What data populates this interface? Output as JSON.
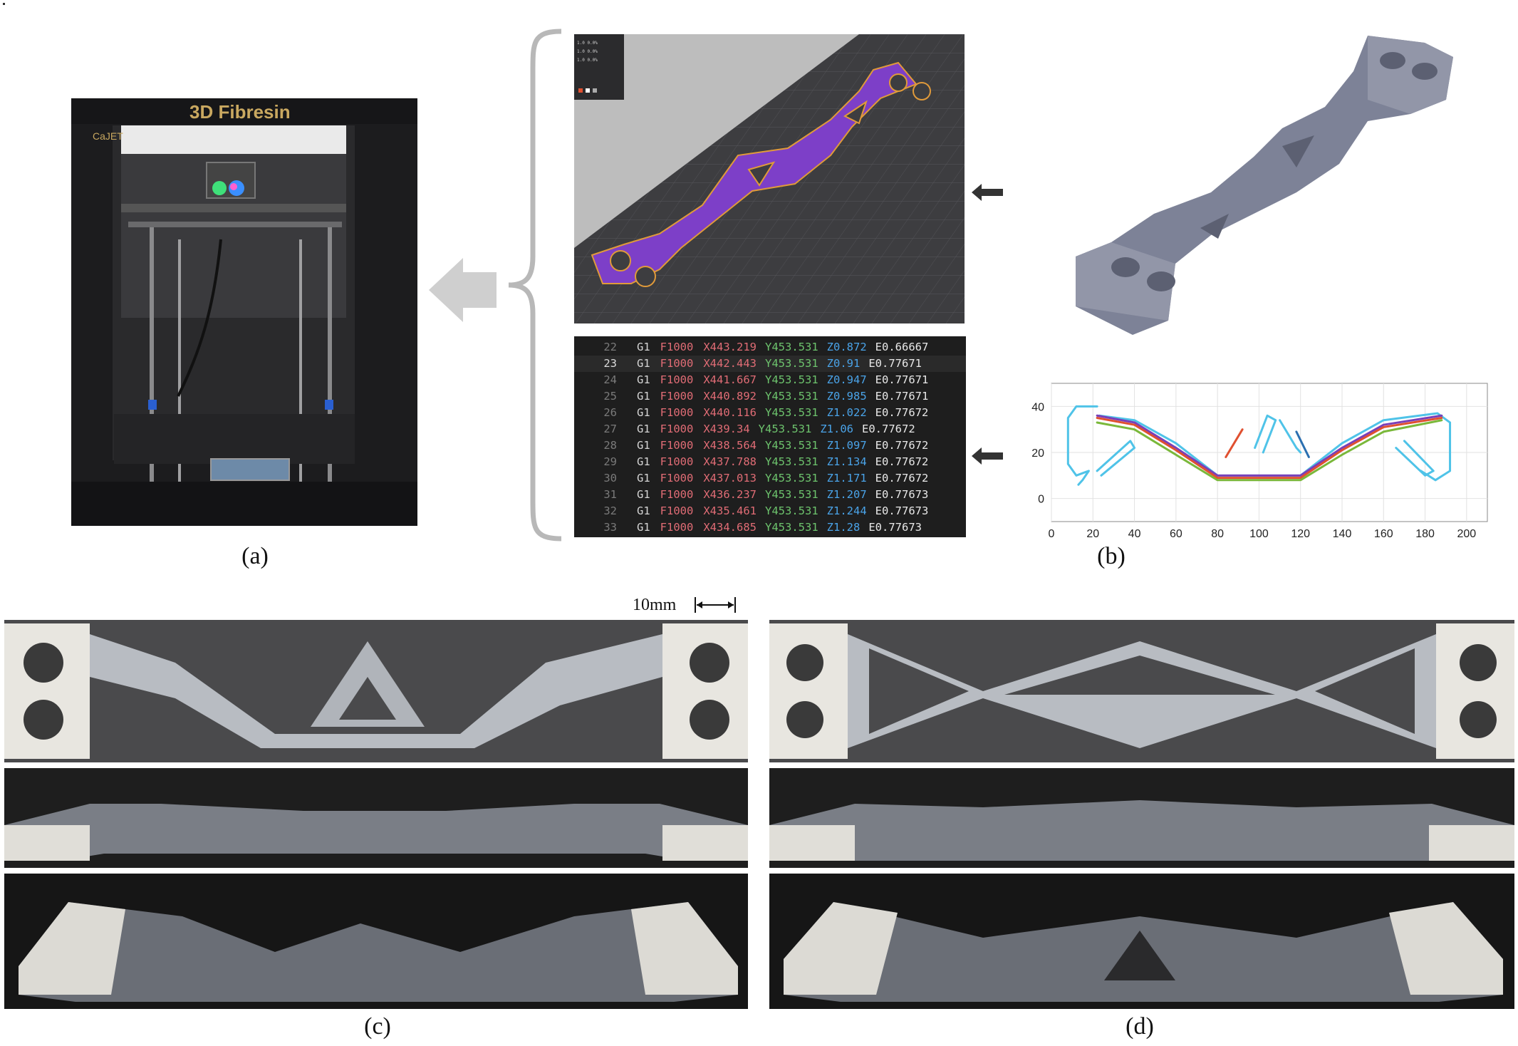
{
  "panels": {
    "a": {
      "caption": "(a)"
    },
    "b": {
      "caption": "(b)"
    },
    "c": {
      "caption": "(c)"
    },
    "d": {
      "caption": "(d)"
    }
  },
  "printer": {
    "brand_text": "3D Fibresin",
    "logo_text": "CaJET"
  },
  "slicer_legend": [
    "1.0  0.0%",
    "1.0  0.0%",
    "1.0  0.0%"
  ],
  "scale_bar": {
    "label": "10mm"
  },
  "gcode": {
    "lines": [
      {
        "n": "22",
        "g": "G1",
        "f": "F1000",
        "x": "X443.219",
        "y": "Y453.531",
        "z": "Z0.872",
        "e": "E0.66667"
      },
      {
        "n": "23",
        "g": "G1",
        "f": "F1000",
        "x": "X442.443",
        "y": "Y453.531",
        "z": "Z0.91",
        "e": "E0.77671"
      },
      {
        "n": "24",
        "g": "G1",
        "f": "F1000",
        "x": "X441.667",
        "y": "Y453.531",
        "z": "Z0.947",
        "e": "E0.77671"
      },
      {
        "n": "25",
        "g": "G1",
        "f": "F1000",
        "x": "X440.892",
        "y": "Y453.531",
        "z": "Z0.985",
        "e": "E0.77671"
      },
      {
        "n": "26",
        "g": "G1",
        "f": "F1000",
        "x": "X440.116",
        "y": "Y453.531",
        "z": "Z1.022",
        "e": "E0.77672"
      },
      {
        "n": "27",
        "g": "G1",
        "f": "F1000",
        "x": "X439.34",
        "y": "Y453.531",
        "z": "Z1.06",
        "e": "E0.77672"
      },
      {
        "n": "28",
        "g": "G1",
        "f": "F1000",
        "x": "X438.564",
        "y": "Y453.531",
        "z": "Z1.097",
        "e": "E0.77672"
      },
      {
        "n": "29",
        "g": "G1",
        "f": "F1000",
        "x": "X437.788",
        "y": "Y453.531",
        "z": "Z1.134",
        "e": "E0.77672"
      },
      {
        "n": "30",
        "g": "G1",
        "f": "F1000",
        "x": "X437.013",
        "y": "Y453.531",
        "z": "Z1.171",
        "e": "E0.77672"
      },
      {
        "n": "31",
        "g": "G1",
        "f": "F1000",
        "x": "X436.237",
        "y": "Y453.531",
        "z": "Z1.207",
        "e": "E0.77673"
      },
      {
        "n": "32",
        "g": "G1",
        "f": "F1000",
        "x": "X435.461",
        "y": "Y453.531",
        "z": "Z1.244",
        "e": "E0.77673"
      },
      {
        "n": "33",
        "g": "G1",
        "f": "F1000",
        "x": "X434.685",
        "y": "Y453.531",
        "z": "Z1.28",
        "e": "E0.77673"
      }
    ],
    "active_line": "23"
  },
  "chart_data": {
    "type": "line",
    "title": "",
    "xlabel": "",
    "ylabel": "",
    "xlim": [
      0,
      210
    ],
    "ylim": [
      -10,
      50
    ],
    "x_ticks": [
      0,
      20,
      40,
      60,
      80,
      100,
      120,
      140,
      160,
      180,
      200
    ],
    "y_ticks": [
      0,
      20,
      40
    ],
    "grid": true,
    "series": [
      {
        "color": "#4fc3e8",
        "points": [
          [
            22,
            40
          ],
          [
            12,
            40
          ],
          [
            8,
            35
          ],
          [
            8,
            15
          ],
          [
            12,
            10
          ],
          [
            18,
            12
          ],
          [
            15,
            8
          ],
          [
            13,
            6
          ]
        ]
      },
      {
        "color": "#4fc3e8",
        "points": [
          [
            23,
            36
          ],
          [
            40,
            34
          ],
          [
            60,
            24
          ],
          [
            80,
            10
          ],
          [
            100,
            10
          ],
          [
            120,
            10
          ],
          [
            140,
            24
          ],
          [
            160,
            34
          ],
          [
            186,
            37
          ],
          [
            192,
            33
          ],
          [
            192,
            12
          ],
          [
            185,
            8
          ],
          [
            178,
            12
          ]
        ]
      },
      {
        "color": "#4fc3e8",
        "points": [
          [
            22,
            12
          ],
          [
            38,
            25
          ],
          [
            40,
            22
          ],
          [
            24,
            10
          ]
        ]
      },
      {
        "color": "#4fc3e8",
        "points": [
          [
            98,
            22
          ],
          [
            104,
            36
          ],
          [
            108,
            34
          ],
          [
            102,
            20
          ]
        ]
      },
      {
        "color": "#4fc3e8",
        "points": [
          [
            110,
            34
          ],
          [
            118,
            22
          ],
          [
            120,
            20
          ]
        ]
      },
      {
        "color": "#4fc3e8",
        "points": [
          [
            170,
            25
          ],
          [
            184,
            12
          ],
          [
            180,
            10
          ],
          [
            166,
            22
          ]
        ]
      },
      {
        "color": "#7a3fb8",
        "points": [
          [
            22,
            36
          ],
          [
            40,
            33
          ],
          [
            60,
            22
          ],
          [
            80,
            10
          ],
          [
            100,
            10
          ],
          [
            120,
            10
          ],
          [
            140,
            22
          ],
          [
            160,
            32
          ],
          [
            188,
            36
          ]
        ]
      },
      {
        "color": "#e05030",
        "points": [
          [
            22,
            35
          ],
          [
            40,
            32
          ],
          [
            60,
            21
          ],
          [
            80,
            9
          ],
          [
            100,
            9
          ],
          [
            120,
            9
          ],
          [
            140,
            21
          ],
          [
            160,
            31
          ],
          [
            188,
            35
          ]
        ]
      },
      {
        "color": "#7ab83a",
        "points": [
          [
            22,
            33
          ],
          [
            40,
            30
          ],
          [
            60,
            19
          ],
          [
            80,
            8
          ],
          [
            100,
            8
          ],
          [
            120,
            8
          ],
          [
            140,
            19
          ],
          [
            160,
            29
          ],
          [
            188,
            34
          ]
        ]
      },
      {
        "color": "#e05030",
        "points": [
          [
            84,
            18
          ],
          [
            92,
            30
          ]
        ]
      },
      {
        "color": "#2b6fb0",
        "points": [
          [
            118,
            29
          ],
          [
            124,
            18
          ]
        ]
      }
    ]
  }
}
